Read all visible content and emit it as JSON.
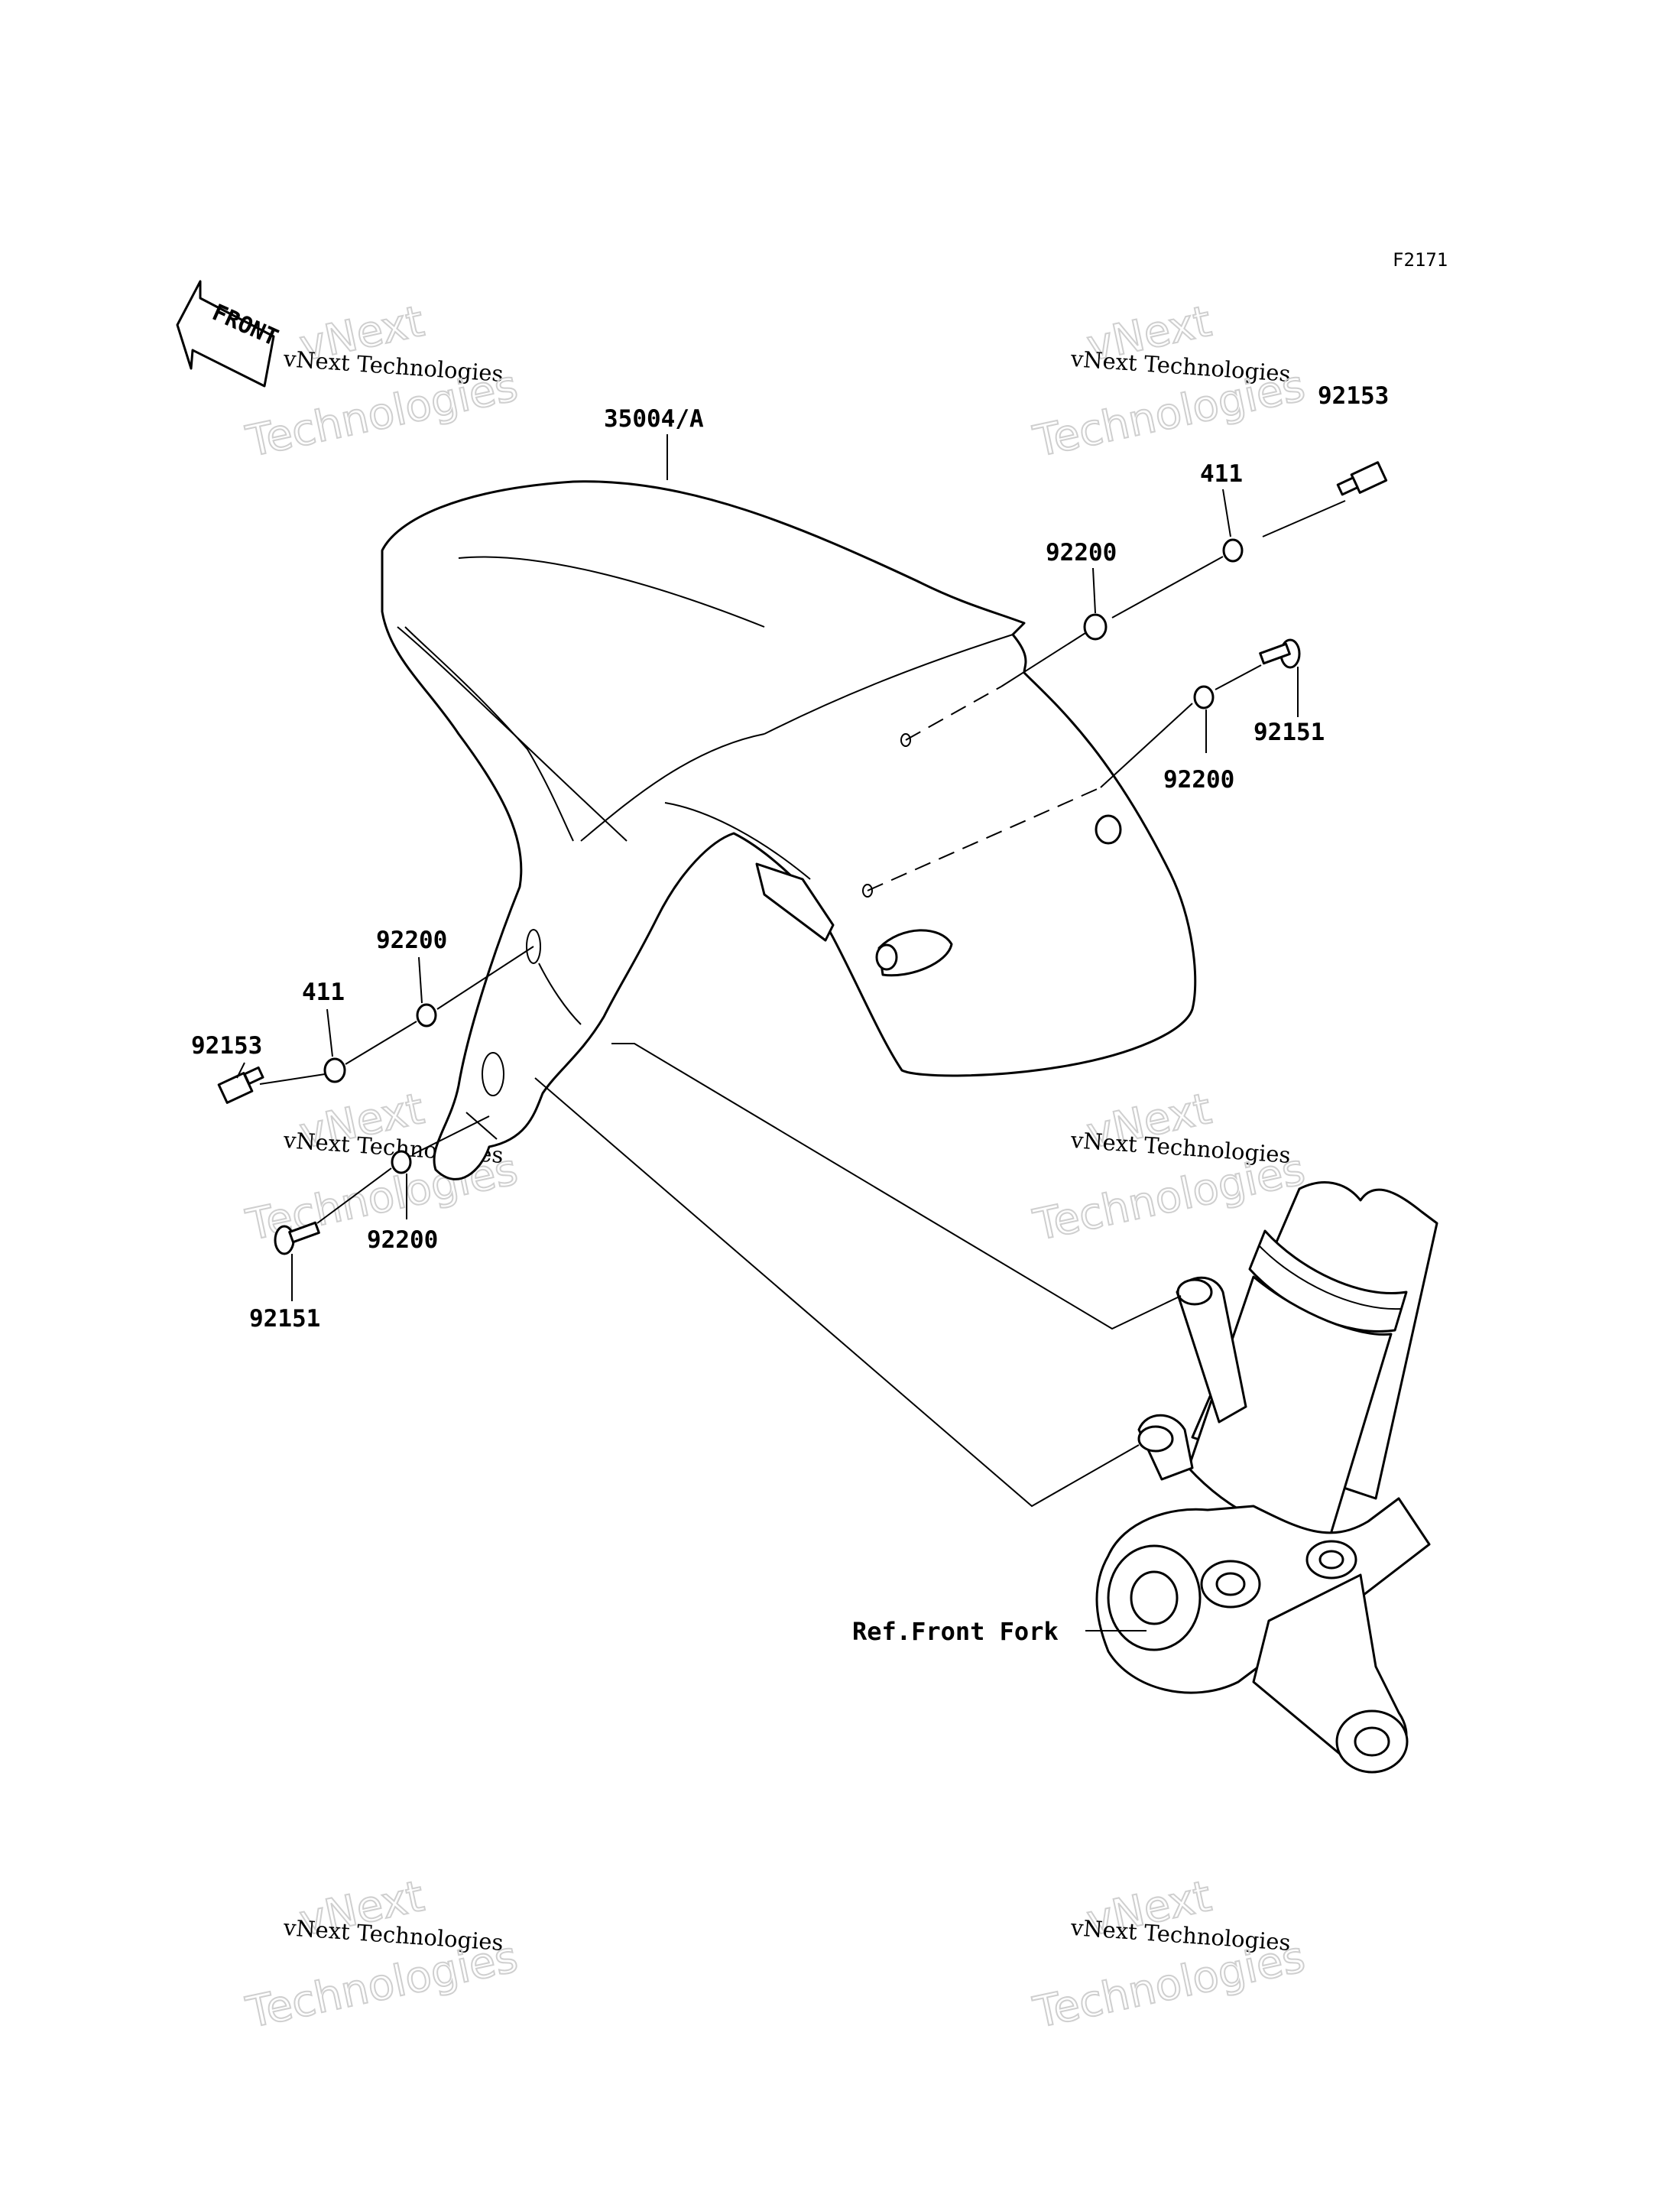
{
  "figure_code": "F2171",
  "front_arrow_label": "FRONT",
  "reference_label": "Ref.Front Fork",
  "watermark": {
    "line1": "vNext",
    "line2": "vNext Technologies",
    "line3": "Technologies"
  },
  "part_labels": {
    "fender": "35004/A",
    "bolt_92153_right": "92153",
    "washer_411_right": "411",
    "washer_92200_right_upper": "92200",
    "bolt_92151_right": "92151",
    "washer_92200_right_lower": "92200",
    "washer_92200_left_upper": "92200",
    "washer_411_left": "411",
    "bolt_92153_left": "92153",
    "washer_92200_left_lower": "92200",
    "bolt_92151_left": "92151"
  }
}
